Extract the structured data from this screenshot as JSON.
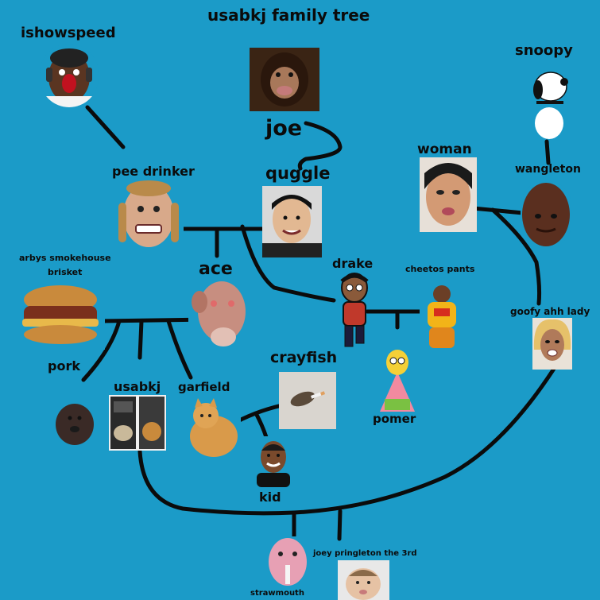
{
  "title": "usabkj family tree",
  "members": {
    "ishowspeed": {
      "label": "ishowspeed",
      "icon": "screaming-streamer-face"
    },
    "joe": {
      "label": "joe",
      "icon": "chimpanzee-face"
    },
    "snoopy": {
      "label": "snoopy",
      "icon": "cartoon-dog"
    },
    "pee_drinker": {
      "label": "pee drinker",
      "icon": "distorted-face"
    },
    "quggle": {
      "label": "quggle",
      "icon": "smiling-man"
    },
    "woman": {
      "label": "woman",
      "icon": "woman-face"
    },
    "wangleton": {
      "label": "wangleton",
      "icon": "bald-man-face"
    },
    "arbys": {
      "label_line1": "arbys smokehouse",
      "label_line2": "brisket",
      "icon": "brisket-sandwich"
    },
    "ace": {
      "label": "ace",
      "icon": "hairless-dog"
    },
    "drake": {
      "label": "drake",
      "icon": "cartoon-drake"
    },
    "cheetos_pants": {
      "label": "cheetos pants",
      "icon": "person-in-cheetos-outfit"
    },
    "goofy_ahh_lady": {
      "label": "goofy ahh lady",
      "icon": "blonde-lady-face"
    },
    "crayfish": {
      "label": "crayfish",
      "icon": "crayfish-photo"
    },
    "pork": {
      "label": "pork",
      "icon": "small-dog"
    },
    "usabkj": {
      "label": "usabkj",
      "icon": "air-fryer-photos"
    },
    "garfield": {
      "label": "garfield",
      "icon": "orange-cat"
    },
    "pomer": {
      "label": "pomer",
      "icon": "homer-patrick-hybrid"
    },
    "kid": {
      "label": "kid",
      "icon": "smiling-kid"
    },
    "strawmouth": {
      "label": "strawmouth",
      "icon": "baby-distorted-face"
    },
    "joey": {
      "label": "joey pringleton the 3rd",
      "icon": "baby-face"
    }
  },
  "colors": {
    "background": "#1b9bc8",
    "lines": "#0b0b0b",
    "text": "#0b0b0b"
  }
}
